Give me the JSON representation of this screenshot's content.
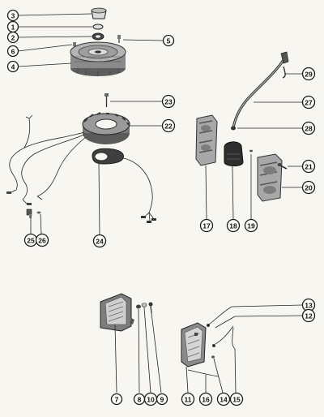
{
  "callouts": {
    "c1": "1",
    "c2": "2",
    "c3": "3",
    "c4": "4",
    "c5": "5",
    "c6": "6",
    "c7": "7",
    "c8": "8",
    "c9": "9",
    "c10": "10",
    "c11": "11",
    "c12": "12",
    "c13": "13",
    "c14": "14",
    "c15": "15",
    "c16": "16",
    "c17": "17",
    "c18": "18",
    "c19": "19",
    "c20": "20",
    "c21": "21",
    "c22": "22",
    "c23": "23",
    "c24": "24",
    "c25": "25",
    "c26": "26",
    "c27": "27",
    "c28": "28",
    "c29": "29"
  },
  "colors": {
    "ink": "#1c1c1c",
    "part_dark": "#6e6e6e",
    "part_light": "#c9c9c9",
    "paper": "#f7f6f1"
  }
}
